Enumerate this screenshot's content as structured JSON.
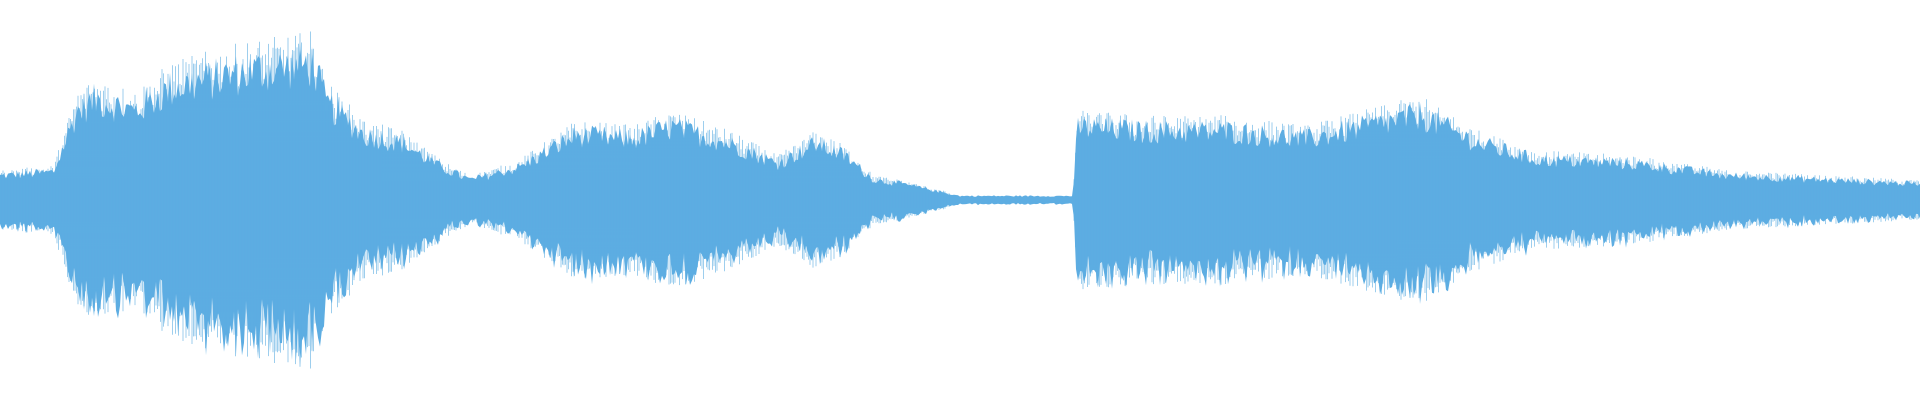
{
  "waveform": {
    "color": "#5dade2",
    "background": "#ffffff",
    "envelope": [
      {
        "t": 0.0,
        "a": 0.06
      },
      {
        "t": 0.028,
        "a": 0.07
      },
      {
        "t": 0.04,
        "a": 0.22
      },
      {
        "t": 0.05,
        "a": 0.25
      },
      {
        "t": 0.07,
        "a": 0.22
      },
      {
        "t": 0.09,
        "a": 0.28
      },
      {
        "t": 0.11,
        "a": 0.3
      },
      {
        "t": 0.13,
        "a": 0.32
      },
      {
        "t": 0.15,
        "a": 0.33
      },
      {
        "t": 0.163,
        "a": 0.34
      },
      {
        "t": 0.17,
        "a": 0.24
      },
      {
        "t": 0.19,
        "a": 0.16
      },
      {
        "t": 0.21,
        "a": 0.14
      },
      {
        "t": 0.23,
        "a": 0.08
      },
      {
        "t": 0.245,
        "a": 0.05
      },
      {
        "t": 0.27,
        "a": 0.08
      },
      {
        "t": 0.3,
        "a": 0.16
      },
      {
        "t": 0.33,
        "a": 0.15
      },
      {
        "t": 0.35,
        "a": 0.18
      },
      {
        "t": 0.38,
        "a": 0.14
      },
      {
        "t": 0.405,
        "a": 0.09
      },
      {
        "t": 0.425,
        "a": 0.14
      },
      {
        "t": 0.44,
        "a": 0.11
      },
      {
        "t": 0.455,
        "a": 0.05
      },
      {
        "t": 0.47,
        "a": 0.04
      },
      {
        "t": 0.5,
        "a": 0.01
      },
      {
        "t": 0.559,
        "a": 0.01
      },
      {
        "t": 0.561,
        "a": 0.18
      },
      {
        "t": 0.6,
        "a": 0.17
      },
      {
        "t": 0.64,
        "a": 0.17
      },
      {
        "t": 0.68,
        "a": 0.15
      },
      {
        "t": 0.71,
        "a": 0.18
      },
      {
        "t": 0.74,
        "a": 0.21
      },
      {
        "t": 0.77,
        "a": 0.14
      },
      {
        "t": 0.8,
        "a": 0.1
      },
      {
        "t": 0.85,
        "a": 0.09
      },
      {
        "t": 0.9,
        "a": 0.06
      },
      {
        "t": 0.95,
        "a": 0.05
      },
      {
        "t": 1.0,
        "a": 0.04
      }
    ],
    "silence_span": [
      0.5,
      0.559
    ]
  }
}
